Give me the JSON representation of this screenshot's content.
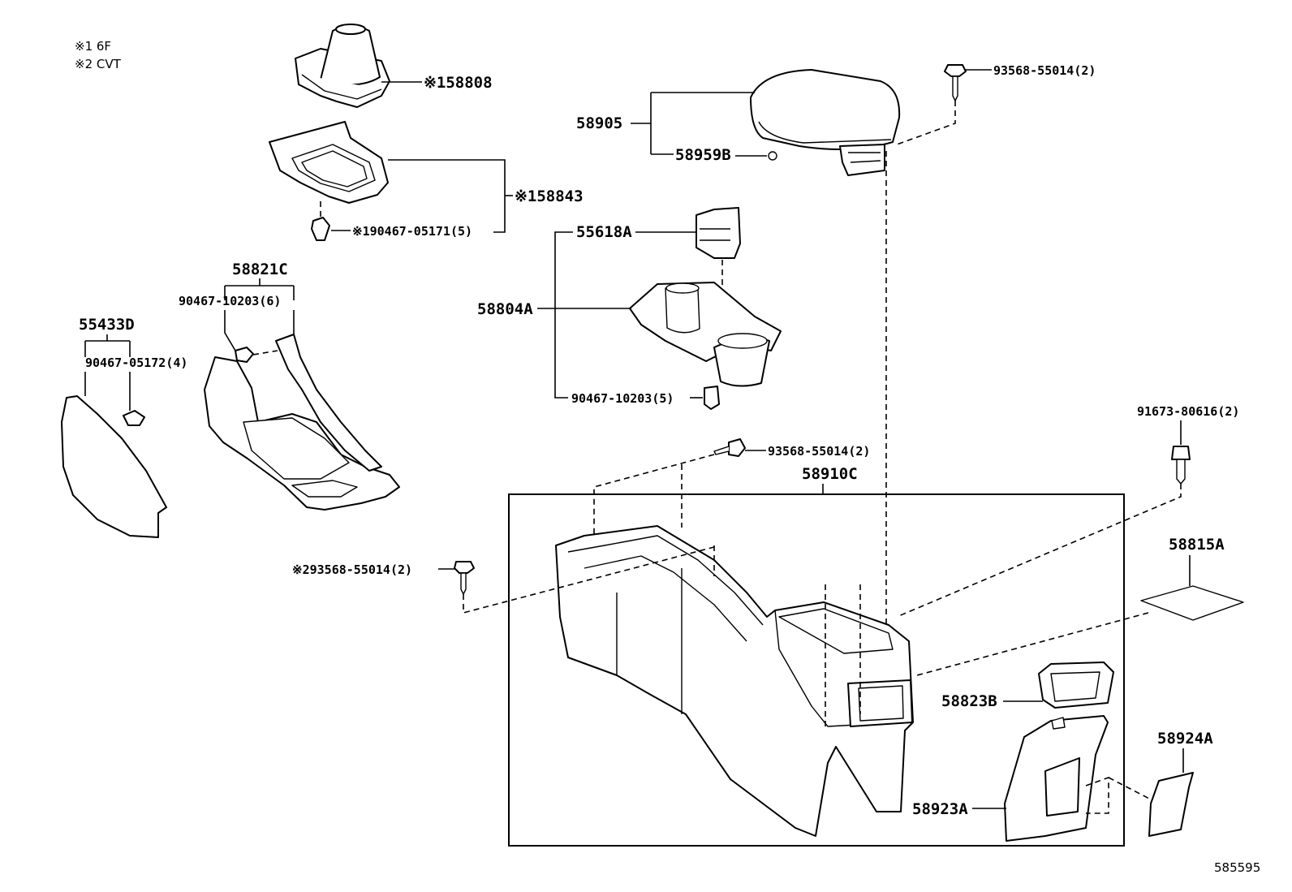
{
  "notes": {
    "note1": "※1 6F",
    "note2": "※2 CVT"
  },
  "labels": {
    "p58808": "※158808",
    "p58843": "※158843",
    "p90467_05171": "※190467-05171(5)",
    "p58821C": "58821C",
    "p90467_10203_6": "90467-10203(6)",
    "p55433D": "55433D",
    "p90467_05172": "90467-05172(4)",
    "p58905": "58905",
    "p58959B": "58959B",
    "p93568_55014_a": "93568-55014(2)",
    "p55618A": "55618A",
    "p58804A": "58804A",
    "p90467_10203_5": "90467-10203(5)",
    "p93568_55014_b": "93568-55014(2)",
    "p58910C": "58910C",
    "p91673_80616": "91673-80616(2)",
    "p93568_55014_c": "※293568-55014(2)",
    "p58815A": "58815A",
    "p58823B": "58823B",
    "p58924A": "58924A",
    "p58923A": "58923A"
  },
  "drawing_number": "585595"
}
